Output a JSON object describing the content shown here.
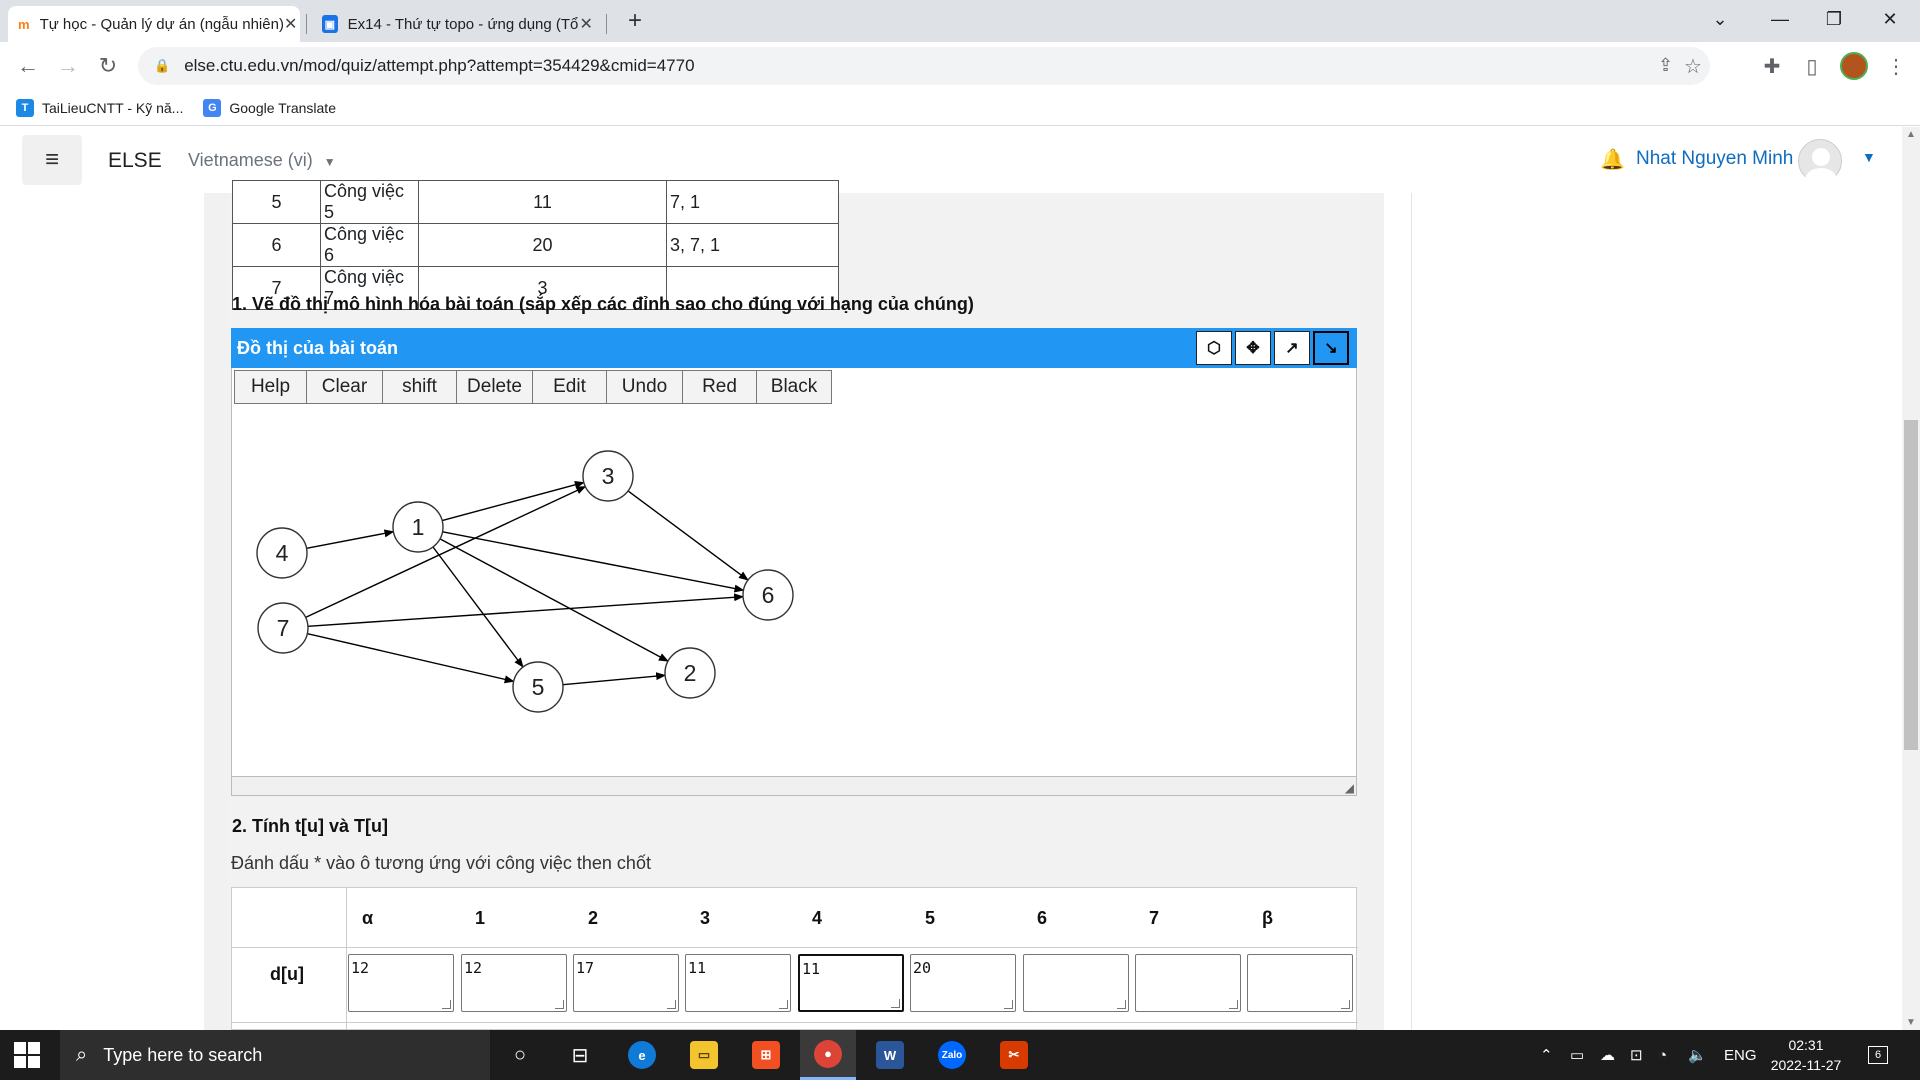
{
  "browser": {
    "tabs": [
      {
        "title": "Tự học - Quản lý dự án (ngẫu nhiên)",
        "active": true
      },
      {
        "title": "Ex14 - Thứ tự topo - ứng dụng (Tổ",
        "active": false
      }
    ],
    "new_tab": "+",
    "url": "else.ctu.edu.vn/mod/quiz/attempt.php?attempt=354429&cmid=4770",
    "bookmarks": [
      {
        "label": "TaiLieuCNTT - Kỹ nă..."
      },
      {
        "label": "Google Translate"
      }
    ]
  },
  "moodle": {
    "brand": "ELSE",
    "language": "Vietnamese (vi)",
    "username": "Nhat Nguyen Minh"
  },
  "jobs_table": [
    {
      "num": "5",
      "name": "Công việc 5",
      "duration": "11",
      "preds": "7, 1"
    },
    {
      "num": "6",
      "name": "Công việc 6",
      "duration": "20",
      "preds": "3, 7, 1"
    },
    {
      "num": "7",
      "name": "Công việc 7",
      "duration": "3",
      "preds": ""
    }
  ],
  "q1": {
    "text": "1. Vẽ đồ thị mô hình hóa bài toán (sắp xếp các đỉnh sao cho đúng với hạng của chúng)",
    "panel_title": "Đồ thị của bài toán",
    "toolbar": [
      "Help",
      "Clear",
      "shift",
      "Delete",
      "Edit",
      "Undo",
      "Red",
      "Black"
    ],
    "mode_icons": [
      "node-mode-icon",
      "move-mode-icon",
      "edge-mode-icon",
      "select-mode-icon"
    ]
  },
  "graph": {
    "nodes": [
      {
        "id": "1",
        "label": "1"
      },
      {
        "id": "2",
        "label": "2"
      },
      {
        "id": "3",
        "label": "3"
      },
      {
        "id": "4",
        "label": "4"
      },
      {
        "id": "5",
        "label": "5"
      },
      {
        "id": "6",
        "label": "6"
      },
      {
        "id": "7",
        "label": "7"
      }
    ],
    "edges": [
      [
        "4",
        "1"
      ],
      [
        "1",
        "3"
      ],
      [
        "1",
        "6"
      ],
      [
        "1",
        "5"
      ],
      [
        "1",
        "2"
      ],
      [
        "7",
        "3"
      ],
      [
        "7",
        "6"
      ],
      [
        "7",
        "5"
      ],
      [
        "3",
        "6"
      ],
      [
        "5",
        "2"
      ]
    ]
  },
  "q2": {
    "title": "2. Tính t[u] và T[u]",
    "instruction": "Đánh dấu * vào ô tương ứng với công việc then chốt",
    "columns": [
      "α",
      "1",
      "2",
      "3",
      "4",
      "5",
      "6",
      "7",
      "β"
    ],
    "row_label": "d[u]",
    "values": [
      "12",
      "12",
      "17",
      "11",
      "11",
      "20",
      "",
      "",
      ""
    ]
  },
  "taskbar": {
    "search_placeholder": "Type here to search",
    "lang": "ENG",
    "time": "02:31",
    "date": "2022-11-27",
    "notifications": "6"
  }
}
